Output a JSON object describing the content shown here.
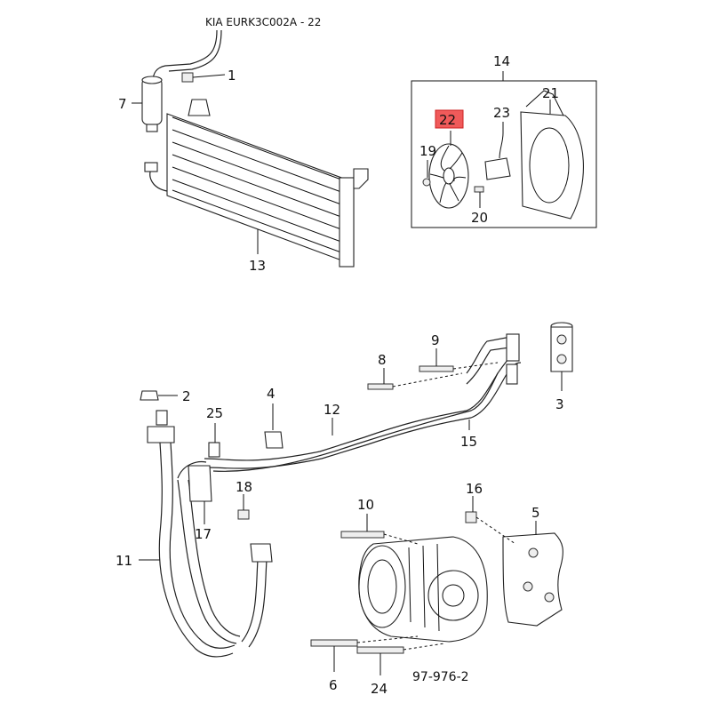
{
  "header": {
    "reference": "KIA EURK3C002A - 22"
  },
  "callouts": {
    "c1": "1",
    "c2": "2",
    "c3": "3",
    "c4": "4",
    "c5": "5",
    "c6": "6",
    "c7": "7",
    "c8": "8",
    "c9": "9",
    "c10": "10",
    "c11": "11",
    "c12": "12",
    "c13": "13",
    "c14": "14",
    "c15": "15",
    "c16": "16",
    "c17": "17",
    "c18": "18",
    "c19": "19",
    "c20": "20",
    "c21": "21",
    "c22": "22",
    "c23": "23",
    "c24": "24",
    "c25": "25"
  },
  "highlighted_callout": "22",
  "highlight_color": "#f05a5a",
  "figure_code": "97-976-2"
}
